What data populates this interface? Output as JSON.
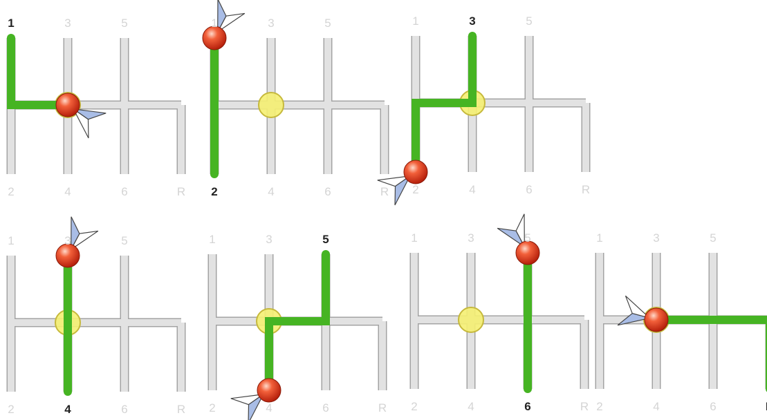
{
  "colors": {
    "rail_fill": "#e2e2e2",
    "rail_stroke": "#a3a3a3",
    "path": "#46b423",
    "neutral_fill": "#f5ef72",
    "neutral_stroke": "#c6b93c",
    "knob": "#e83a16",
    "arrow": "#a9bde6",
    "label_dim": "#d4d4d4",
    "label_active": "#222222"
  },
  "icons": {
    "knob": "shift-knob-icon",
    "arrow": "pointer-arrow-icon",
    "neutral": "neutral-position-icon"
  },
  "panels": [
    {
      "id": "gear-1",
      "top_labels": [
        "1",
        "3",
        "5"
      ],
      "bottom_labels": [
        "2",
        "4",
        "6",
        "R"
      ],
      "active_gear": "1",
      "path_points": [
        [
          "neutral",
          "mid"
        ],
        [
          "1",
          "mid"
        ],
        [
          "1",
          "top"
        ]
      ],
      "knob_at": [
        "neutral",
        "mid"
      ],
      "arrow_direction": "down-right"
    },
    {
      "id": "gear-2",
      "top_labels": [
        "1",
        "3",
        "5"
      ],
      "bottom_labels": [
        "2",
        "4",
        "6",
        "R"
      ],
      "active_gear": "2",
      "path_points": [
        [
          "1",
          "top"
        ],
        [
          "1",
          "bottom"
        ]
      ],
      "knob_at": [
        "1",
        "top"
      ],
      "arrow_direction": "up-right"
    },
    {
      "id": "gear-3",
      "top_labels": [
        "1",
        "3",
        "5"
      ],
      "bottom_labels": [
        "2",
        "4",
        "6",
        "R"
      ],
      "active_gear": "3",
      "path_points": [
        [
          "1",
          "bottom"
        ],
        [
          "1",
          "mid"
        ],
        [
          "neutral",
          "mid"
        ],
        [
          "neutral",
          "top"
        ]
      ],
      "knob_at": [
        "1",
        "bottom"
      ],
      "arrow_direction": "down-left"
    },
    {
      "id": "gear-4",
      "top_labels": [
        "1",
        "3",
        "5"
      ],
      "bottom_labels": [
        "2",
        "4",
        "6",
        "R"
      ],
      "active_gear": "4",
      "path_points": [
        [
          "neutral",
          "top"
        ],
        [
          "neutral",
          "bottom"
        ]
      ],
      "knob_at": [
        "neutral",
        "top"
      ],
      "arrow_direction": "up-right"
    },
    {
      "id": "gear-5",
      "top_labels": [
        "1",
        "3",
        "5"
      ],
      "bottom_labels": [
        "2",
        "4",
        "6",
        "R"
      ],
      "active_gear": "5",
      "path_points": [
        [
          "neutral",
          "bottom"
        ],
        [
          "neutral",
          "mid"
        ],
        [
          "5",
          "mid"
        ],
        [
          "5",
          "top"
        ]
      ],
      "knob_at": [
        "neutral",
        "bottom"
      ],
      "arrow_direction": "down-left"
    },
    {
      "id": "gear-6",
      "top_labels": [
        "1",
        "3",
        "5"
      ],
      "bottom_labels": [
        "2",
        "4",
        "6",
        "R"
      ],
      "active_gear": "6",
      "path_points": [
        [
          "5",
          "top"
        ],
        [
          "5",
          "bottom"
        ]
      ],
      "knob_at": [
        "5",
        "top"
      ],
      "arrow_direction": "up-left"
    },
    {
      "id": "gear-R",
      "top_labels": [
        "1",
        "3",
        "5"
      ],
      "bottom_labels": [
        "2",
        "4",
        "6",
        "R"
      ],
      "active_gear": "R",
      "path_points": [
        [
          "neutral",
          "mid"
        ],
        [
          "R",
          "mid"
        ],
        [
          "R",
          "bottom"
        ]
      ],
      "knob_at": [
        "neutral",
        "mid"
      ],
      "arrow_direction": "left"
    }
  ]
}
